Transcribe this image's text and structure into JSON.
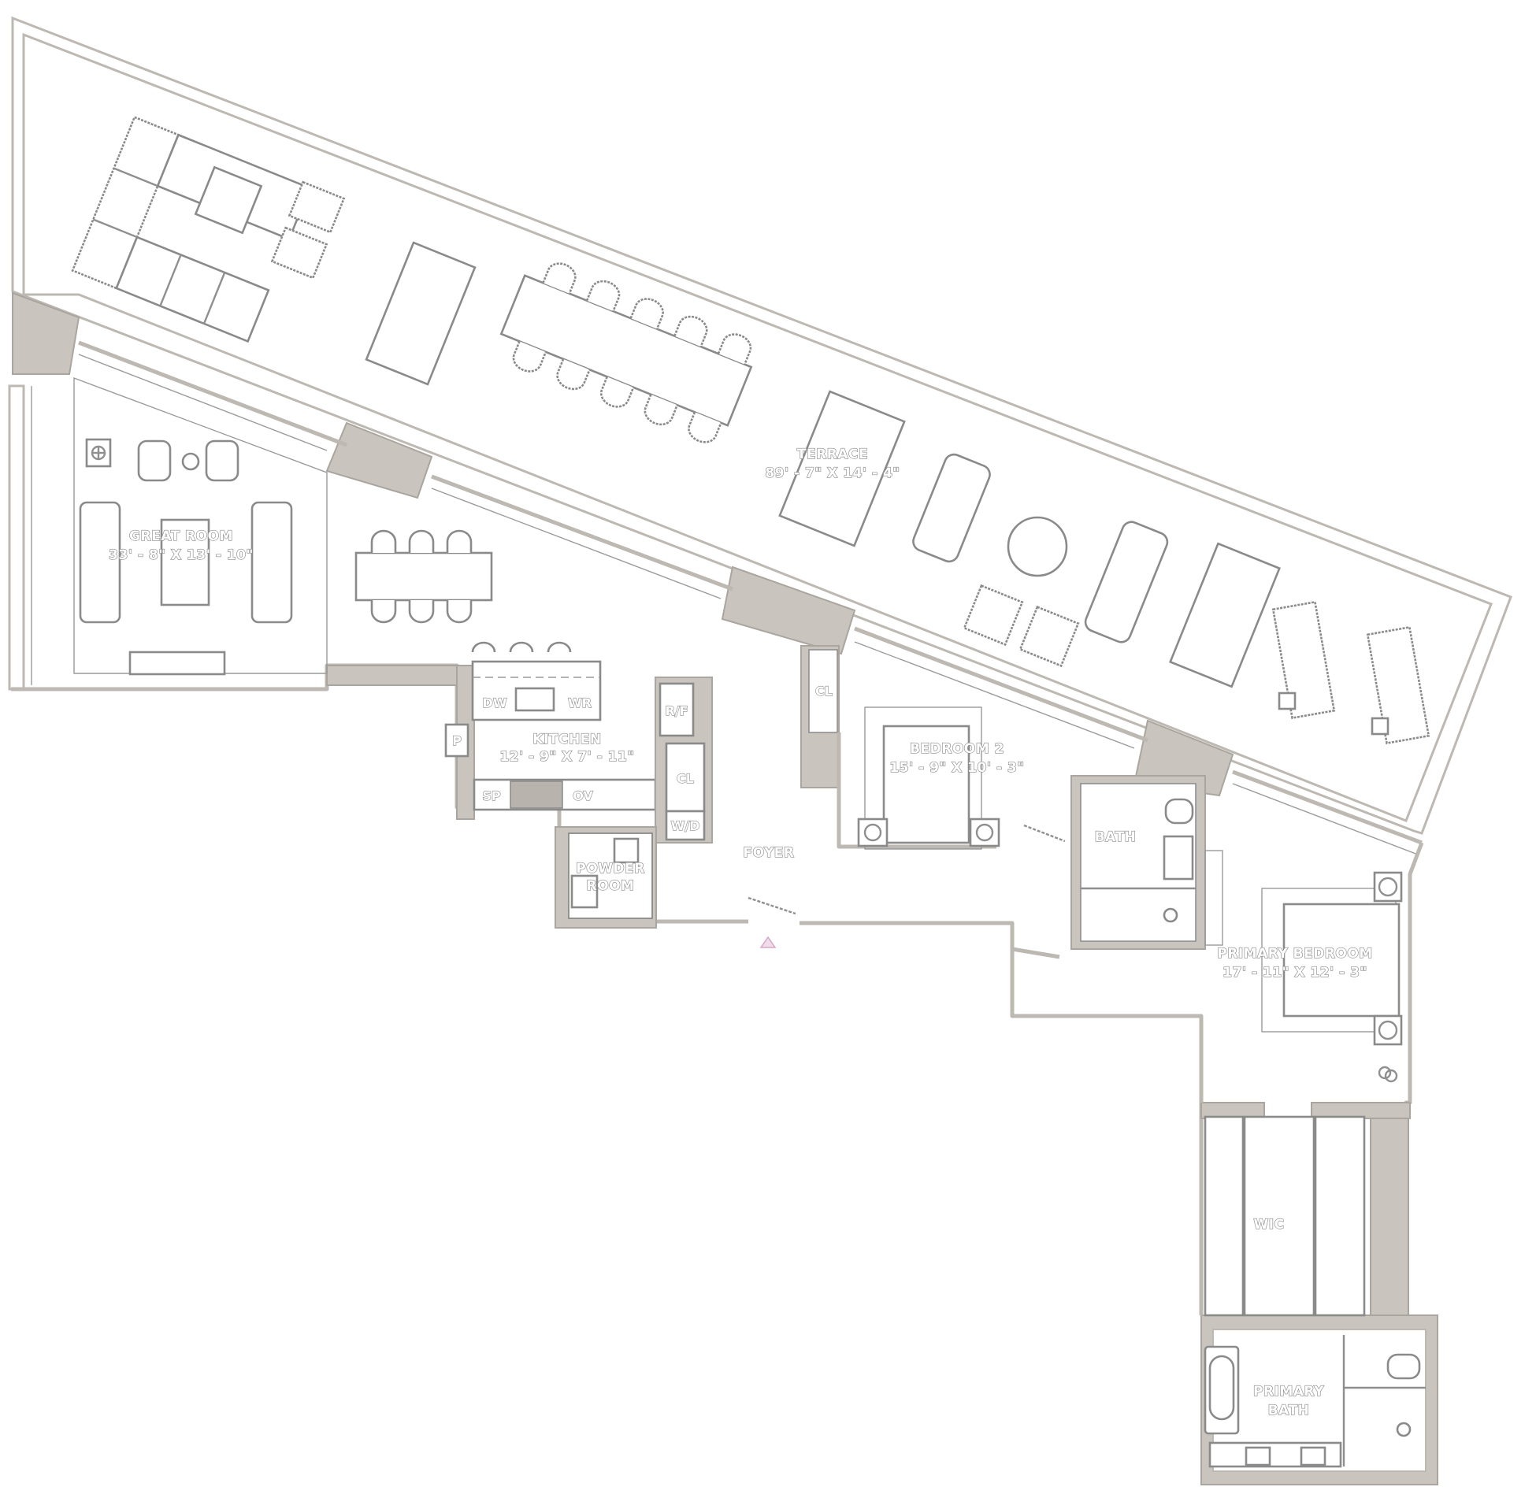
{
  "floorplan": {
    "rooms": [
      {
        "id": "terrace",
        "name": "TERRACE",
        "dims": "89' - 7\" X 14' - 4\""
      },
      {
        "id": "great-room",
        "name": "GREAT ROOM",
        "dims": "33' - 8\" X 13' - 10\""
      },
      {
        "id": "kitchen",
        "name": "KITCHEN",
        "dims": "12' - 9\" X 7' - 11\""
      },
      {
        "id": "bedroom-2",
        "name": "BEDROOM 2",
        "dims": "15' - 9\" X 10' - 3\""
      },
      {
        "id": "primary-bedroom",
        "name": "PRIMARY BEDROOM",
        "dims": "17' - 11\" X 12' - 3\""
      },
      {
        "id": "powder-room",
        "name_line1": "POWDER",
        "name_line2": "ROOM"
      },
      {
        "id": "foyer",
        "name": "FOYER"
      },
      {
        "id": "bath",
        "name": "BATH"
      },
      {
        "id": "wic",
        "name": "WIC"
      },
      {
        "id": "primary-bath",
        "name_line1": "PRIMARY",
        "name_line2": "BATH"
      }
    ],
    "fixtures": {
      "dw": "DW",
      "wr": "WR",
      "sp": "SP",
      "ov": "OV",
      "rf": "R/F",
      "kitchen_cl": "CL",
      "wd": "W/D",
      "pantry": "P",
      "bedroom2_cl": "CL"
    },
    "entry_marker": {
      "shape": "triangle",
      "color": "#f1dcea"
    },
    "colors": {
      "wall_fill": "#c9c4bd",
      "line": "#8a8a8a",
      "background": "#ffffff"
    }
  }
}
